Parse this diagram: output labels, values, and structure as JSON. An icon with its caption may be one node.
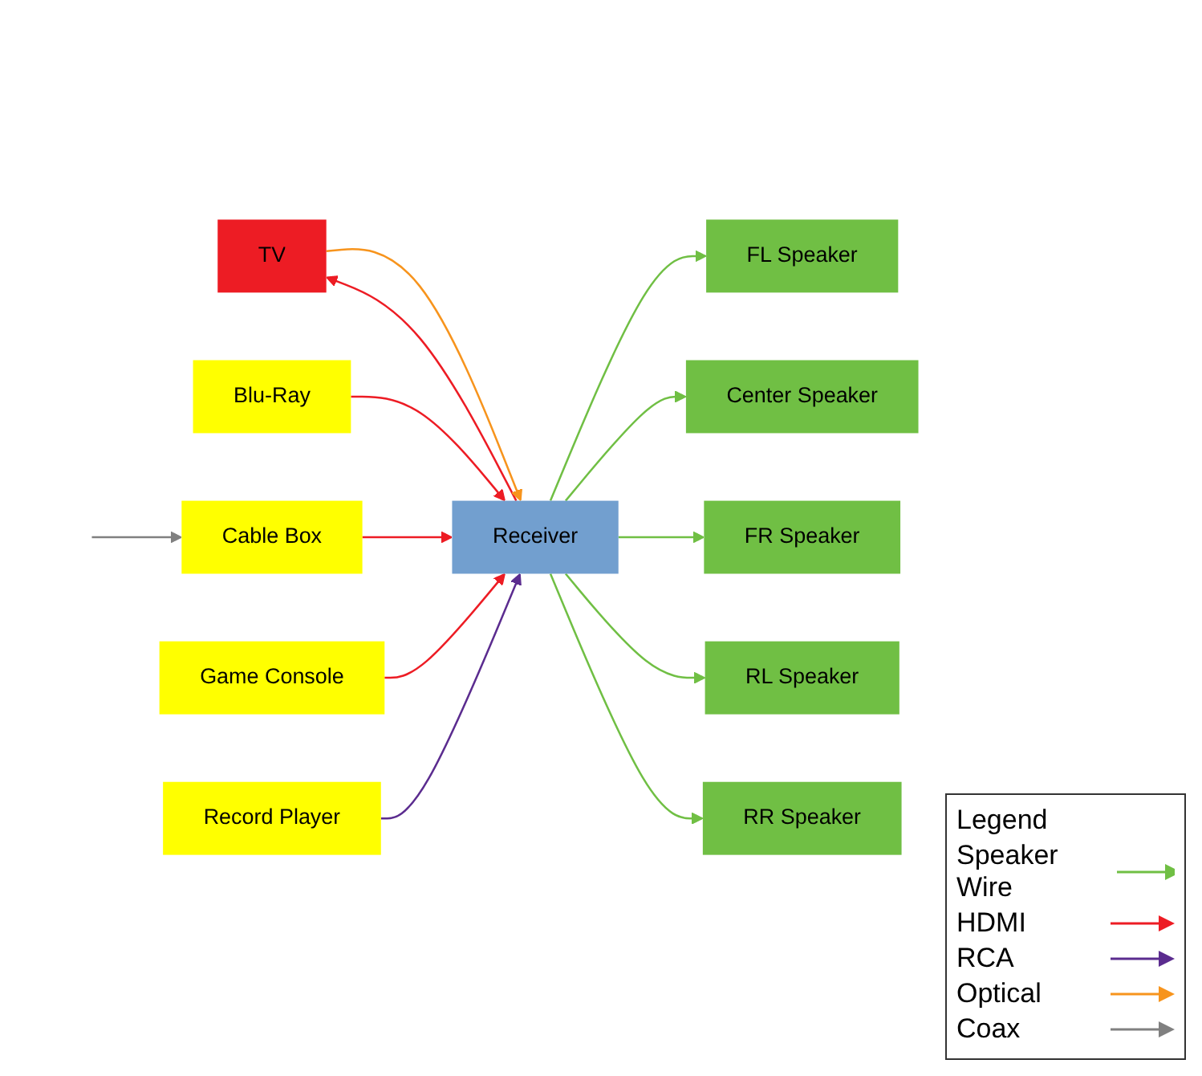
{
  "diagram": {
    "nodes": [
      {
        "text": [
          "FL Speaker"
        ]
      },
      {
        "text": [
          "TV"
        ]
      },
      {
        "text": [
          "FR Speaker"
        ]
      },
      {
        "text": [
          "Center Speaker"
        ]
      },
      {
        "text": [
          "Blu-Ray"
        ]
      },
      {
        "text": [
          "Receiver"
        ]
      },
      {
        "text": [
          "Cable Box"
        ]
      },
      {
        "text": [
          "Game Console"
        ]
      },
      {
        "text": [
          "Record Player"
        ]
      },
      {
        "text": [
          "RL Speaker"
        ]
      },
      {
        "text": [
          "RR Speaker"
        ]
      }
    ],
    "edges": [
      {
        "from": 5,
        "to": 0,
        "arrow": "to"
      },
      {
        "from": 5,
        "to": 1,
        "arrow": "to",
        "color": "#ed1c24"
      },
      {
        "from": 5,
        "to": 3,
        "arrow": "to"
      },
      {
        "from": 1,
        "to": 5,
        "arrow": "to",
        "color": "#f7941d"
      },
      {
        "from": 5,
        "to": 2,
        "arrow": "to"
      },
      {
        "from": null,
        "to": 6,
        "arrow": "to",
        "color": "#808080"
      },
      {
        "from": 6,
        "to": 5,
        "arrow": "to",
        "color": "#ed1c24"
      },
      {
        "from": 4,
        "to": 5,
        "arrow": "to",
        "color": "#ed1c24"
      },
      {
        "from": 7,
        "to": 5,
        "arrow": "to",
        "color": "#ed1c24"
      },
      {
        "from": 8,
        "to": 5,
        "arrow": "to",
        "color": "#5b2c8f"
      },
      {
        "from": 5,
        "to": 9,
        "arrow": "to"
      },
      {
        "from": 5,
        "to": 10,
        "arrow": "to"
      }
    ],
    "labels": [
      "Legend"
    ],
    "legend": [
      {
        "text": "Speaker Wire"
      },
      {
        "text": "HDMI"
      },
      {
        "text": "RCA"
      },
      {
        "text": "Optical"
      },
      {
        "text": "Coax"
      }
    ]
  }
}
